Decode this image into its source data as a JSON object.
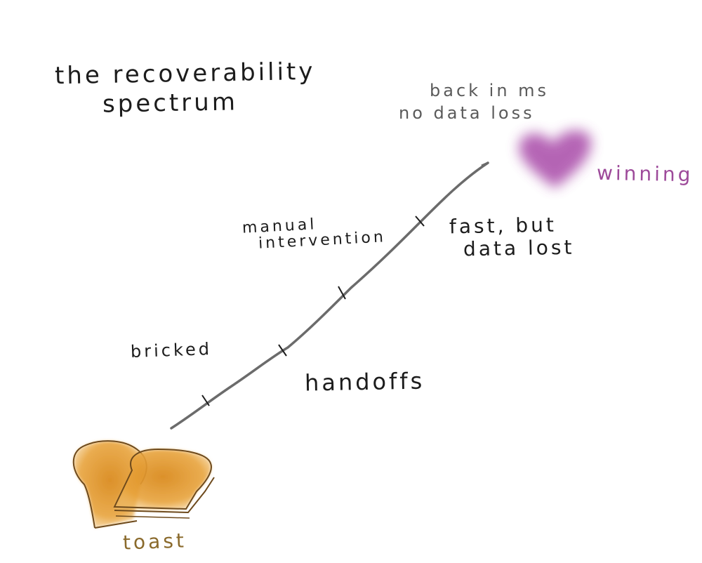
{
  "title": {
    "line1": "the recoverability",
    "line2": "spectrum"
  },
  "labels": {
    "top_note_line1": "back in ms",
    "top_note_line2": "no data loss",
    "winning": "winning",
    "manual_line1": "manual",
    "manual_line2": "intervention",
    "fast_line1": "fast, but",
    "fast_line2": "data lost",
    "bricked": "bricked",
    "handoffs": "handoffs",
    "toast": "toast"
  },
  "icons": {
    "start": "toast-slices-icon",
    "end": "heart-icon"
  },
  "colors": {
    "line": "#6b6b6b",
    "toast_fill": "#d98a1e",
    "toast_outline": "#6e4a1c",
    "heart": "#a84aa8",
    "winning_text": "#9d4a9a"
  }
}
